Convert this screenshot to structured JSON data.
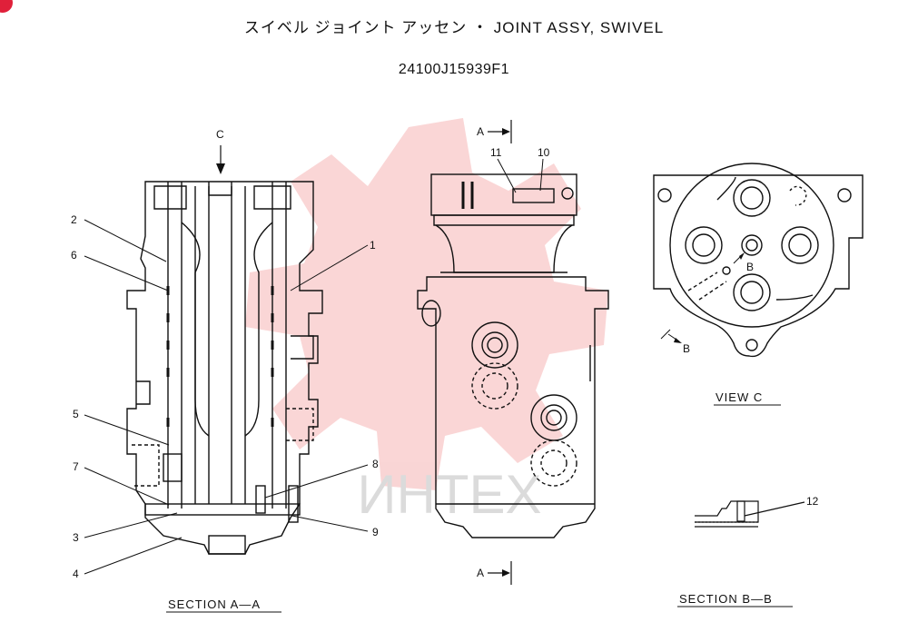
{
  "header": {
    "title": "スイベル ジョイント アッセン ・ JOINT ASSY, SWIVEL",
    "part_number": "24100J15939F1"
  },
  "watermark": {
    "text": "ИНТЕХ",
    "color": "#e8a0a0"
  },
  "views": {
    "section_aa": {
      "caption": "SECTION A—A",
      "view_marker": "C"
    },
    "front": {
      "section_marker_top": "A",
      "section_marker_bottom": "A"
    },
    "view_c": {
      "caption": "VIEW C",
      "marker_b1": "B",
      "marker_b2": "B"
    },
    "section_bb": {
      "caption": "SECTION B—B"
    }
  },
  "callouts": [
    "1",
    "2",
    "3",
    "4",
    "5",
    "6",
    "7",
    "8",
    "9",
    "10",
    "11",
    "12"
  ]
}
